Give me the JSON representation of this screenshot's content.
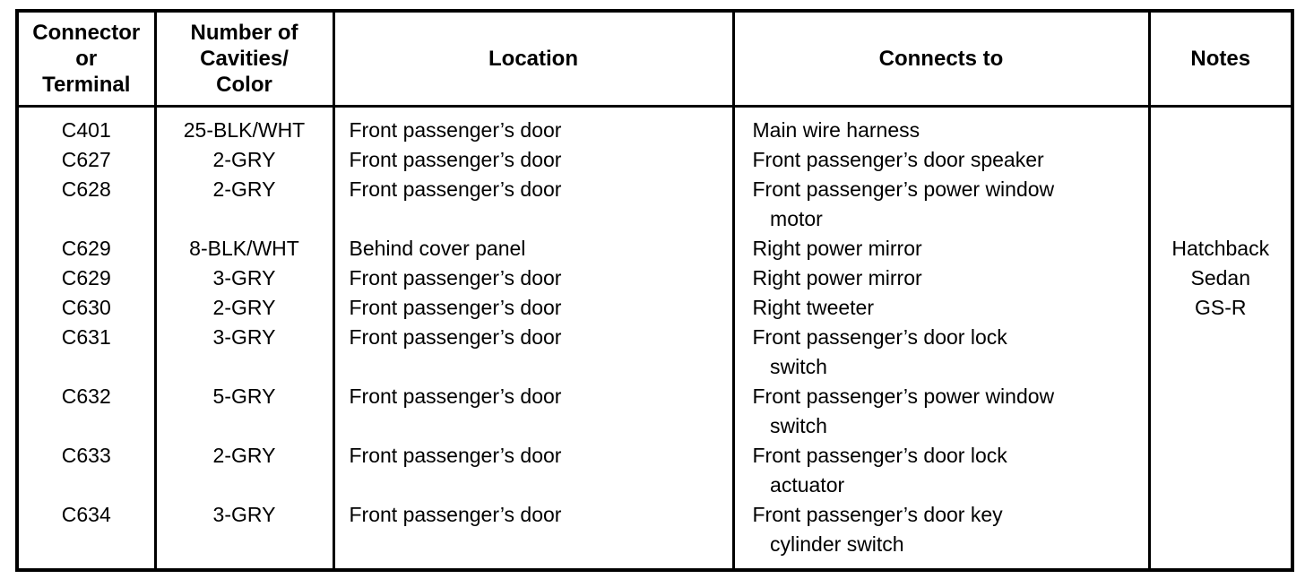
{
  "table": {
    "headers": {
      "connector": "Connector\nor\nTerminal",
      "cavities": "Number of\nCavities/\nColor",
      "location": "Location",
      "connects_to": "Connects to",
      "notes": "Notes"
    },
    "rows": [
      {
        "connector": "C401",
        "cavities": "25-BLK/WHT",
        "location": "Front passenger’s door",
        "connects_to": "Main wire harness",
        "note": ""
      },
      {
        "connector": "C627",
        "cavities": "2-GRY",
        "location": "Front passenger’s door",
        "connects_to": "Front passenger’s door speaker",
        "note": ""
      },
      {
        "connector": "C628",
        "cavities": "2-GRY",
        "location": "Front passenger’s door",
        "connects_to": "Front passenger’s power window\nmotor",
        "note": ""
      },
      {
        "connector": "C629",
        "cavities": "8-BLK/WHT",
        "location": "Behind cover panel",
        "connects_to": "Right power mirror",
        "note": "Hatchback"
      },
      {
        "connector": "C629",
        "cavities": "3-GRY",
        "location": "Front passenger’s door",
        "connects_to": "Right power mirror",
        "note": "Sedan"
      },
      {
        "connector": "C630",
        "cavities": "2-GRY",
        "location": "Front passenger’s door",
        "connects_to": "Right tweeter",
        "note": "GS-R"
      },
      {
        "connector": "C631",
        "cavities": "3-GRY",
        "location": "Front passenger’s door",
        "connects_to": "Front passenger’s door lock\nswitch",
        "note": ""
      },
      {
        "connector": "C632",
        "cavities": "5-GRY",
        "location": "Front passenger’s door",
        "connects_to": "Front passenger’s power window\nswitch",
        "note": ""
      },
      {
        "connector": "C633",
        "cavities": "2-GRY",
        "location": "Front passenger’s door",
        "connects_to": "Front passenger’s door lock\nactuator",
        "note": ""
      },
      {
        "connector": "C634",
        "cavities": "3-GRY",
        "location": "Front passenger’s door",
        "connects_to": "Front passenger’s door key\ncylinder switch",
        "note": ""
      }
    ]
  }
}
